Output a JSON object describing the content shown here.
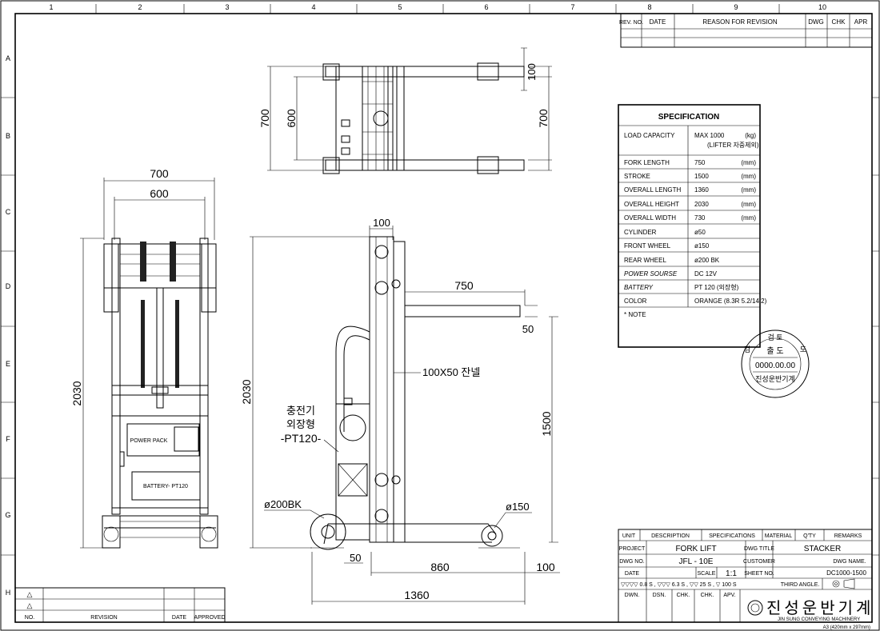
{
  "grid": {
    "columns": [
      "1",
      "2",
      "3",
      "4",
      "5",
      "6",
      "7",
      "8",
      "9",
      "10"
    ],
    "rows": [
      "A",
      "B",
      "C",
      "D",
      "E",
      "F",
      "G",
      "H"
    ]
  },
  "revision_table": {
    "headers": [
      "REV. NO.",
      "DATE",
      "REASON FOR REVISION",
      "DWG",
      "CHK",
      "APR"
    ]
  },
  "small_revision_block": {
    "headers": [
      "NO.",
      "REVISION",
      "DATE",
      "APPROVED"
    ],
    "triangle": "△"
  },
  "specification": {
    "title": "SPECIFICATION",
    "rows": [
      {
        "label": "LOAD CAPACITY",
        "value": "MAX 1000",
        "value2": "(LIFTER 자중제외)",
        "unit": "(kg)"
      },
      {
        "label": "FORK LENGTH",
        "value": "750",
        "unit": "(mm)"
      },
      {
        "label": "STROKE",
        "value": "1500",
        "unit": "(mm)"
      },
      {
        "label": "OVERALL LENGTH",
        "value": "1360",
        "unit": "(mm)"
      },
      {
        "label": "OVERALL HEIGHT",
        "value": "2030",
        "unit": "(mm)"
      },
      {
        "label": "OVERALL WIDTH",
        "value": "730",
        "unit": "(mm)"
      },
      {
        "label": "CYLINDER",
        "value": "ø50",
        "unit": ""
      },
      {
        "label": "FRONT WHEEL",
        "value": "ø150",
        "unit": ""
      },
      {
        "label": "REAR WHEEL",
        "value": "ø200 BK",
        "unit": ""
      },
      {
        "label": "POWER SOURSE",
        "value": "DC 12V",
        "unit": ""
      },
      {
        "label": "BATTERY",
        "value": "PT 120 (외장형)",
        "unit": ""
      },
      {
        "label": "COLOR",
        "value": "ORANGE (8.3R 5.2/14.2)",
        "unit": ""
      }
    ],
    "note": "* NOTE"
  },
  "stamp": {
    "top": "검 토",
    "left": "검",
    "right": "도",
    "center": "출 도",
    "date": "0000.00.00",
    "company": "진성운반기계"
  },
  "top_view_dims": {
    "overall": "700",
    "inner": "600",
    "right": "700",
    "fork_gap": "100"
  },
  "front_view_dims": {
    "overall_width": "700",
    "inner_width": "600",
    "height": "2030"
  },
  "front_view_labels": {
    "power_pack": "POWER PACK",
    "battery": "BATTERY- PT120"
  },
  "side_view_dims": {
    "height": "2030",
    "mast_width": "100",
    "fork_length": "750",
    "fork_thickness": "50",
    "stroke": "1500",
    "wheelbase": "860",
    "front_overhang": "100",
    "overall_length": "1360",
    "ground_clear": "50"
  },
  "side_view_labels": {
    "channel": "100X50 잔넬",
    "charger_line1": "충전기",
    "charger_line2": "외장형",
    "charger_line3": "-PT120-",
    "rear_wheel": "ø200BK",
    "front_wheel": "ø150"
  },
  "title_block": {
    "headers": [
      "UNIT",
      "DESCRIPTION",
      "SPECIFICATIONS",
      "MATERIAL",
      "Q'TY",
      "REMARKS"
    ],
    "project_label": "PROJECT",
    "project": "FORK LIFT",
    "dwg_title_label": "DWG TITLE",
    "dwg_title": "STACKER",
    "dwg_no_label": "DWG NO.",
    "dwg_no": "JFL - 10E",
    "customer_label": "CUSTOMER",
    "dwg_name_label": "DWG NAME.",
    "date_label": "DATE",
    "scale_label": "SCALE",
    "scale": "1:1",
    "sheet_no_label": "SHEET NO.",
    "dwg_name": "DC1000-1500",
    "roughness": "▽▽▽▽ 0.8 S ,   ▽▽▽ 6.3 S ,   ▽▽ 25 S ,   ▽ 100 S",
    "third_angle": "THIRD ANGLE.",
    "signoff": [
      "DWN.",
      "DSN.",
      "CHK.",
      "CHK.",
      "APV."
    ],
    "company_kr": "진성운반기계",
    "company_en": "JIN SUNG CONVEYING MACHINERY",
    "paper": "A3 (420mm x 297mm)"
  }
}
